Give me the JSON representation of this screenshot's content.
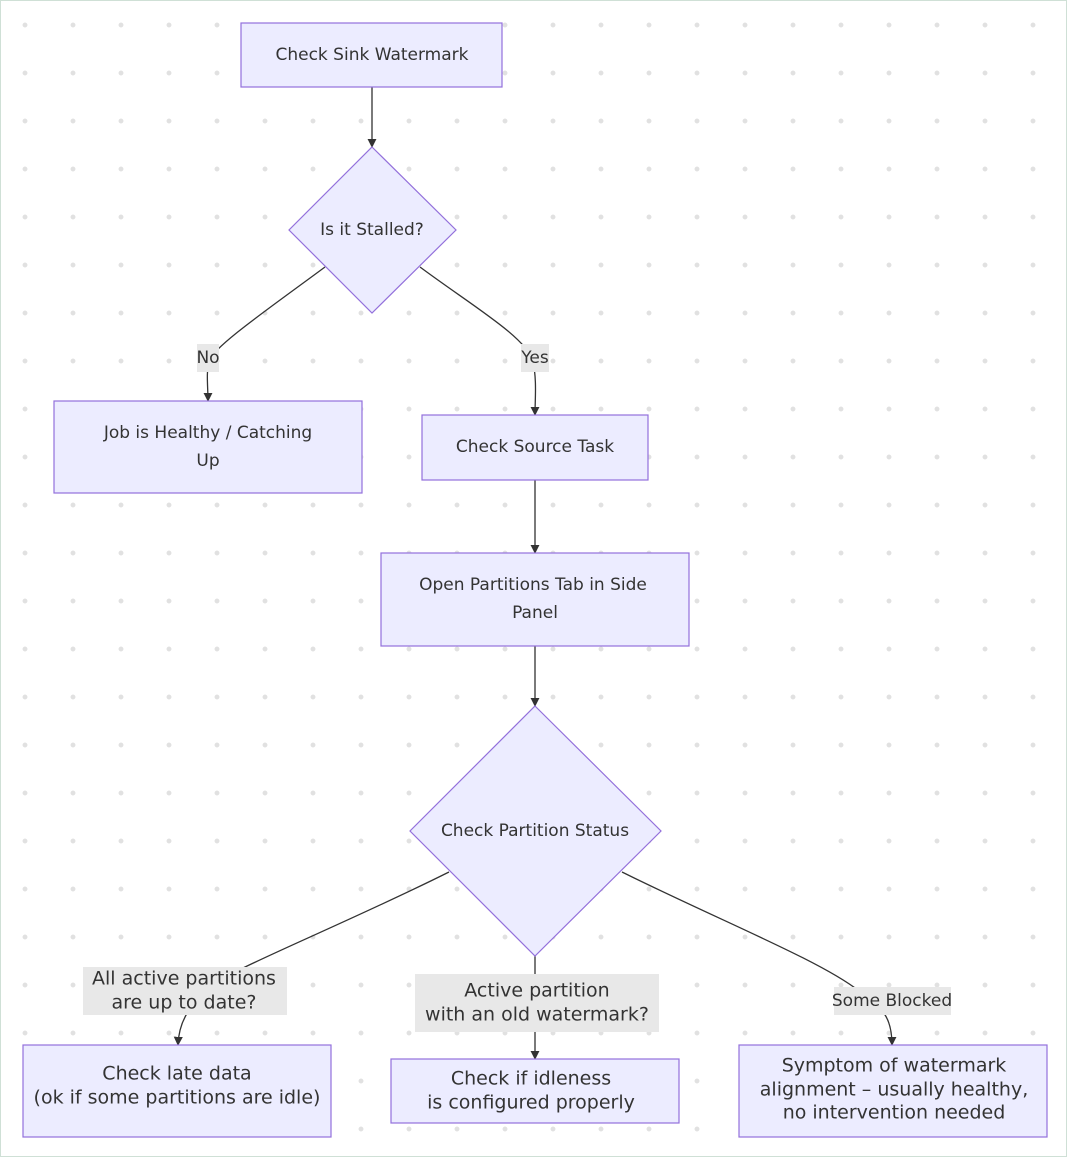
{
  "colors": {
    "node_fill": "#ececff",
    "node_stroke": "#9370db",
    "edge": "#333333",
    "edge_label_bg": "#e8e8e8",
    "canvas_dots": "#e1e1e1"
  },
  "nodes": {
    "check_sink_watermark": {
      "shape": "rectangle",
      "line1": "Check Sink Watermark"
    },
    "is_it_stalled": {
      "shape": "diamond",
      "line1": "Is it Stalled?"
    },
    "job_is_healthy": {
      "shape": "rectangle",
      "line1": "Job is Healthy / Catching",
      "line2": "Up"
    },
    "check_source_task": {
      "shape": "rectangle",
      "line1": "Check Source Task"
    },
    "open_partitions_tab": {
      "shape": "rectangle",
      "line1": "Open Partitions Tab in Side",
      "line2": "Panel"
    },
    "check_partition_status": {
      "shape": "diamond",
      "line1": "Check Partition Status"
    },
    "check_late_data": {
      "shape": "rectangle",
      "line1": "Check late data",
      "line2": "(ok if some partitions are idle)"
    },
    "check_idleness": {
      "shape": "rectangle",
      "line1": "Check if idleness",
      "line2": "is configured properly"
    },
    "symptom_alignment": {
      "shape": "rectangle",
      "line1": "Symptom of watermark",
      "line2": "alignment – usually healthy,",
      "line3": "no intervention needed"
    }
  },
  "edges": {
    "sink_to_stalled": {
      "from": "Check Sink Watermark",
      "to": "Is it Stalled?"
    },
    "stalled_no": {
      "from": "Is it Stalled?",
      "to": "Job is Healthy / Catching Up",
      "label": "No"
    },
    "stalled_yes": {
      "from": "Is it Stalled?",
      "to": "Check Source Task",
      "label": "Yes"
    },
    "source_to_partitions": {
      "from": "Check Source Task",
      "to": "Open Partitions Tab in Side Panel"
    },
    "partitions_to_status": {
      "from": "Open Partitions Tab in Side Panel",
      "to": "Check Partition Status"
    },
    "status_all_active": {
      "from": "Check Partition Status",
      "to": "Check late data",
      "label_line1": "All active partitions",
      "label_line2": "are up to date?"
    },
    "status_old_watermark": {
      "from": "Check Partition Status",
      "to": "Check if idleness",
      "label_line1": "Active partition",
      "label_line2": "with an old watermark?"
    },
    "status_some_blocked": {
      "from": "Check Partition Status",
      "to": "Symptom of watermark alignment",
      "label": "Some Blocked"
    }
  }
}
